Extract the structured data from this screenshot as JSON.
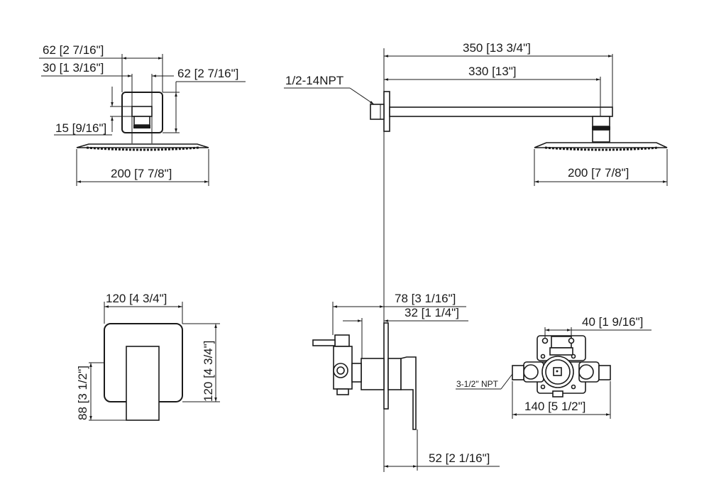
{
  "drawing": {
    "title": "Shower system dimensional drawing",
    "views": {
      "shower_head_front": {
        "dims": {
          "outer_width": "62 [2 7/16\"]",
          "arm_width": "30 [1 3/16\"]",
          "block_height": "62 [2 7/16\"]",
          "nut_height": "15 [9/16\"]",
          "head_width": "200 [7 7/8\"]"
        }
      },
      "shower_arm_side": {
        "dims": {
          "total_length": "350 [13 3/4\"]",
          "arm_length": "330 [13\"]",
          "head_width": "200 [7 7/8\"]"
        },
        "labels": {
          "thread": "1/2-14NPT"
        }
      },
      "trim_plate_front": {
        "dims": {
          "plate_width": "120 [4 3/4\"]",
          "plate_height": "120 [4 3/4\"]",
          "handle_drop": "88 [3 1/2\"]"
        }
      },
      "valve_side": {
        "dims": {
          "total_depth": "78 [3 1/16\"]",
          "wall_depth": "32 [1 1/4\"]",
          "handle_projection": "52 [2 1/16\"]"
        }
      },
      "valve_rough_in": {
        "dims": {
          "port_spacing": "40 [1 9/16\"]",
          "body_width": "140 [5 1/2\"]"
        },
        "labels": {
          "inlet": "3-1/2\" NPT"
        }
      }
    }
  }
}
